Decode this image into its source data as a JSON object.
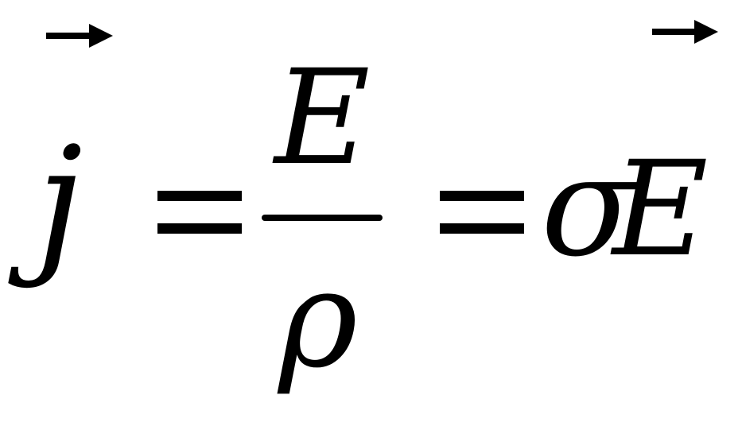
{
  "equation": {
    "lhs": "j",
    "equals": "=",
    "numerator": "E",
    "denominator": "ρ",
    "rhs_coefficient": "σ",
    "rhs_variable": "E",
    "vector_arrow": "→"
  },
  "colors": {
    "ink": "#000000",
    "background": "#ffffff"
  }
}
